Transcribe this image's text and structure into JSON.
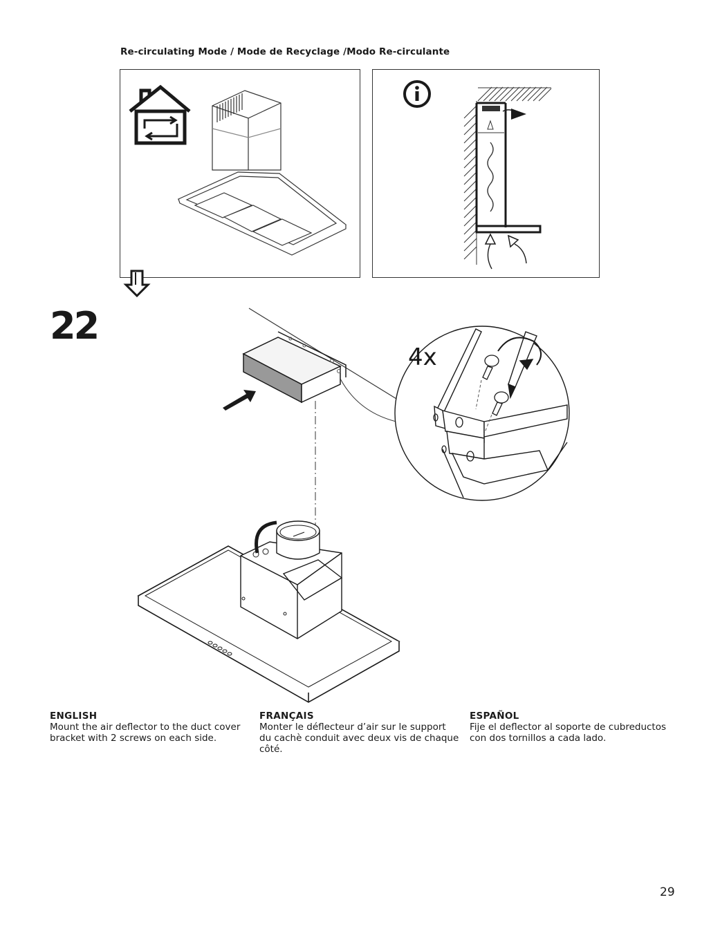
{
  "header": {
    "title": "Re-circulating Mode / Mode de Recyclage /Modo Re-circulante"
  },
  "step": {
    "number": "22",
    "screw_count": "4x"
  },
  "instructions": [
    {
      "language": "ENGLISH",
      "text": "Mount the air deflector to the duct cover bracket with 2 screws on each side."
    },
    {
      "language": "FRANÇAIS",
      "text": "Monter le déflecteur d’air sur le support du cachè conduit avec deux vis de chaque côté."
    },
    {
      "language": "ESPAÑOL",
      "text": "Fije el deflector al soporte de cubreductos con dos tornillos a cada lado."
    }
  ],
  "page": {
    "number": "29"
  },
  "icons": [
    "house-recirculate-icon",
    "info-icon",
    "down-arrow-icon",
    "screwdriver-icon"
  ]
}
